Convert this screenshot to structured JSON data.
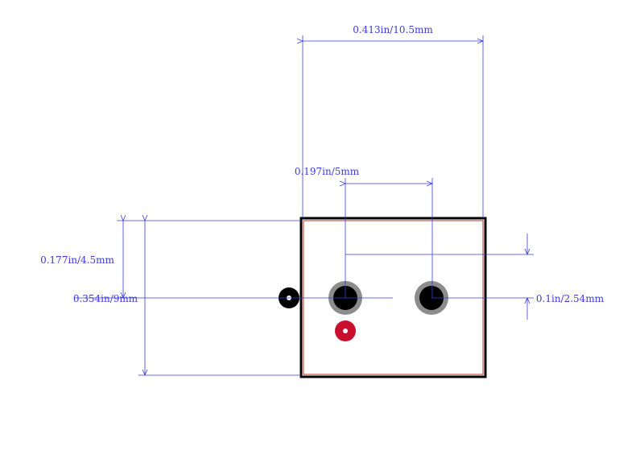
{
  "diagram": {
    "dimensions": {
      "overall_width": "0.413in/10.5mm",
      "pin_pitch": "0.197in/5mm",
      "pin_offset_y": "0.177in/4.5mm",
      "overall_height": "0.354in/9mm",
      "pin_offset_small": "0.1in/2.54mm"
    },
    "colors": {
      "dimension": "#3a3adf",
      "body_outline": "#000000",
      "body_inner": "#c0302e",
      "pad_ring": "#8c8c8c",
      "pad_hole": "#000000",
      "marker": "#c8102e"
    }
  }
}
